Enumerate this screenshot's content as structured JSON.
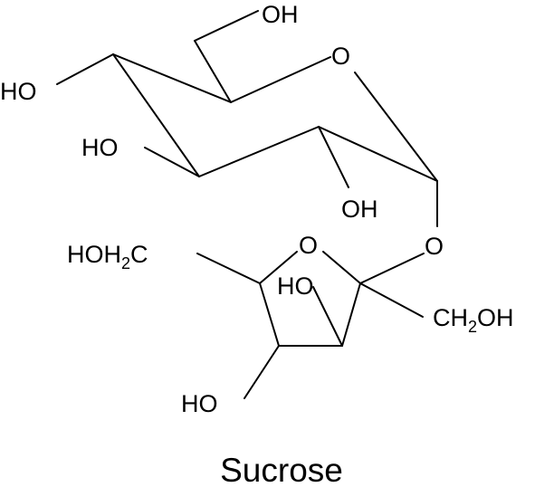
{
  "title": "Sucrose",
  "labels": {
    "oh_top": "OH",
    "o_ring_glucose": "O",
    "ho_left": "HO",
    "ho_middle": "HO",
    "oh_lower": "OH",
    "o_glycosidic": "O",
    "o_ring_fructose": "O",
    "hoh2c_prefix": "HOH",
    "hoh2c_sub": "2",
    "hoh2c_suffix": "C",
    "ho_inner": "HO",
    "ch2oh_prefix": "CH",
    "ch2oh_sub": "2",
    "ch2oh_suffix": "OH",
    "ho_bottom": "HO"
  },
  "colors": {
    "ink": "#000000",
    "background": "#ffffff"
  }
}
